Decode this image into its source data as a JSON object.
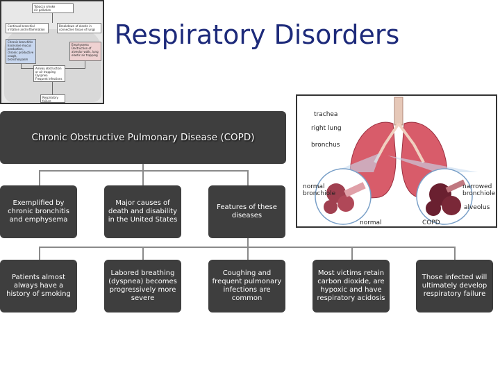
{
  "title": "Respiratory Disorders",
  "root": "Chronic Obstructive Pulmonary Disease (COPD)",
  "row1": [
    "Exemplified by chronic bronchitis and emphysema",
    "Major causes of death and disability in the United States",
    "Features of these diseases"
  ],
  "row2": [
    "Patients almost always have a history of smoking",
    "Labored breathing (dyspnea) becomes progressively more severe",
    "Coughing and frequent pulmonary infections are common",
    "Most victims retain carbon dioxide, are hypoxic and have respiratory acidosis",
    "Those infected will ultimately develop respiratory failure"
  ],
  "anatomy_labels": {
    "trachea": "trachea",
    "right_lung": "right lung",
    "bronchus": "bronchus",
    "normal_bronchiole": "normal bronchiole",
    "narrowed_bronchiole": "narrowed bronchiole",
    "alveolus": "alveolus",
    "normal": "normal",
    "copd": "COPD"
  },
  "flowchart": {
    "top": [
      "Tobacco smoke",
      "Air pollution"
    ],
    "left": "Continual bronchial irritation and inflammation",
    "right": "Breakdown of elastin in connective tissue of lungs",
    "chronic_bronchitis": "Chronic bronchitis Excessive mucus production, chronic productive cough, bronchospasm",
    "emphysema": "Emphysema Destruction of alveolar walls, lung elastic air trapping",
    "middle": [
      "Airway obstruction or air trapping",
      "Dyspnea",
      "Frequent infections"
    ],
    "bottom": "Respiratory failure"
  },
  "colors": {
    "title": "#1d2a7a",
    "box": "#3e3e3e",
    "connector": "#8a8a8a"
  }
}
